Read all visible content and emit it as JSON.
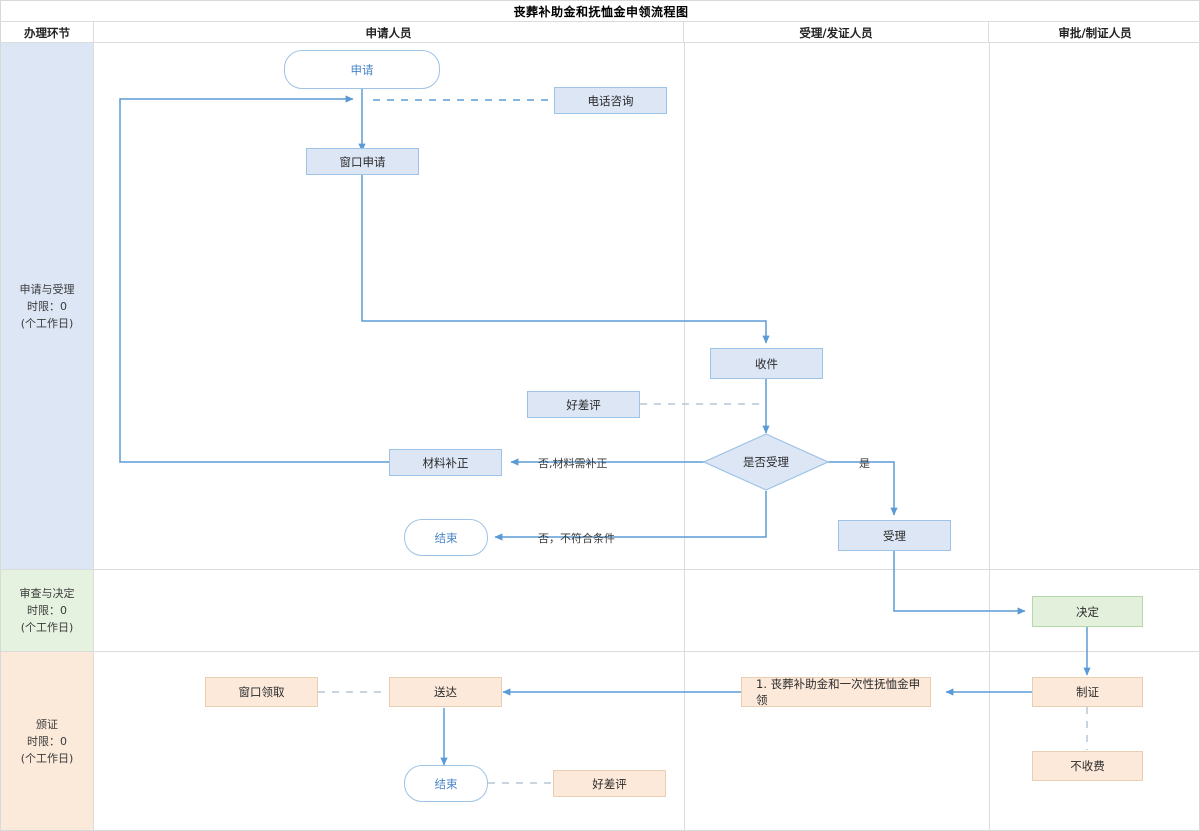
{
  "title": "丧葬补助金和抚恤金申领流程图",
  "columns": [
    {
      "key": "stage",
      "label": "办理环节"
    },
    {
      "key": "applicant",
      "label": "申请人员"
    },
    {
      "key": "acceptor",
      "label": "受理/发证人员"
    },
    {
      "key": "approver",
      "label": "审批/制证人员"
    }
  ],
  "lanes": [
    {
      "name": "申请与受理",
      "limit_label": "时限：0",
      "limit_unit": "(个工作日)",
      "bg": "#dce6f5"
    },
    {
      "name": "审查与决定",
      "limit_label": "时限：0",
      "limit_unit": "(个工作日)",
      "bg": "#e6f2e0"
    },
    {
      "name": "颁证",
      "limit_label": "时限：0",
      "limit_unit": "(个工作日)",
      "bg": "#fbe9da"
    }
  ],
  "nodes": {
    "start": "申请",
    "phone_inquiry": "电话咨询",
    "window_apply": "窗口申请",
    "receive": "收件",
    "rating_top": "好差评",
    "decision": "是否受理",
    "material_fix": "材料补正",
    "end_reject": "结束",
    "accept": "受理",
    "decide": "决定",
    "make_cert": "制证",
    "no_fee": "不收费",
    "deliver_doc": "1.  丧葬补助金和一次性抚恤金申领",
    "window_pickup": "窗口领取",
    "deliver": "送达",
    "end_final": "结束",
    "rating_bottom": "好差评"
  },
  "edge_labels": {
    "no_fix": "否,材料需补正",
    "no_unqualified": "否，不符合条件",
    "yes": "是"
  },
  "colors": {
    "node_blue_fill": "#dce6f5",
    "node_blue_border": "#9dc3e6",
    "node_peach_fill": "#fce9da",
    "node_peach_border": "#e8cfb4",
    "node_green_fill": "#e2f0dc",
    "node_green_border": "#b5d8a8",
    "connector": "#5b9bd5",
    "grid": "#dcdcdc"
  }
}
